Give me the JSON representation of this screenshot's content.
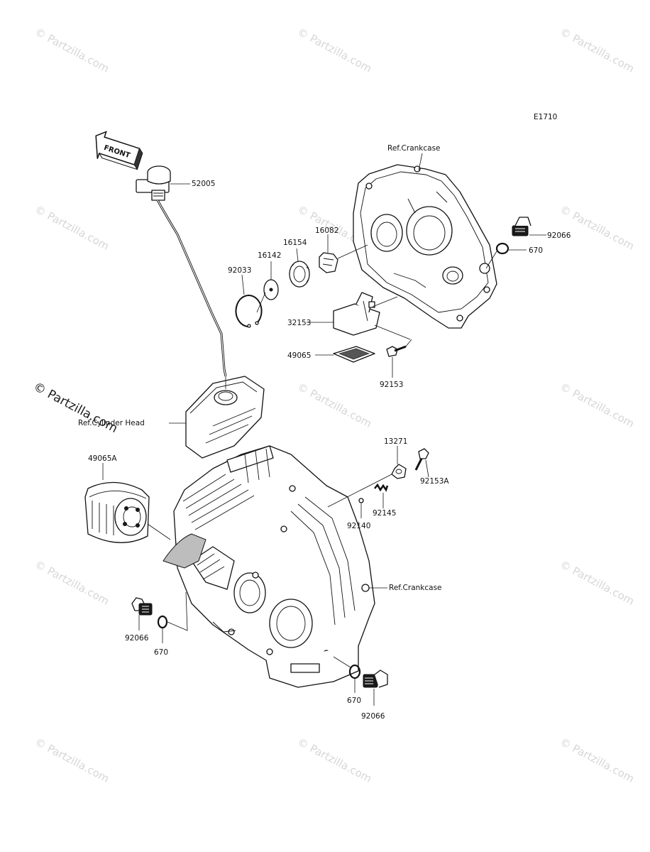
{
  "diagram": {
    "code": "E1710",
    "watermark_text": "© Partzilla.com",
    "callouts": {
      "dipstick": "52005",
      "ref_crankcase_top": "Ref.Crankcase",
      "plug_right": "92066",
      "oring_right": "670",
      "gear_16082": "16082",
      "rotor_16154": "16154",
      "plate_16142": "16142",
      "circlip_92033": "92033",
      "pump_cover_32153": "32153",
      "screen_49065": "49065",
      "bolt_92153": "92153",
      "ref_cylinder_head": "Ref.Cylinder Head",
      "filter_49065A": "49065A",
      "pipe_13271": "13271",
      "bolt_92153A": "92153A",
      "spring_92145": "92145",
      "ball_92140": "92140",
      "ref_crankcase_bottom": "Ref.Crankcase",
      "plug_left": "92066",
      "oring_left": "670",
      "oring_bottom": "670",
      "plug_bottom": "92066"
    },
    "front_arrow_text": "FRONT"
  }
}
